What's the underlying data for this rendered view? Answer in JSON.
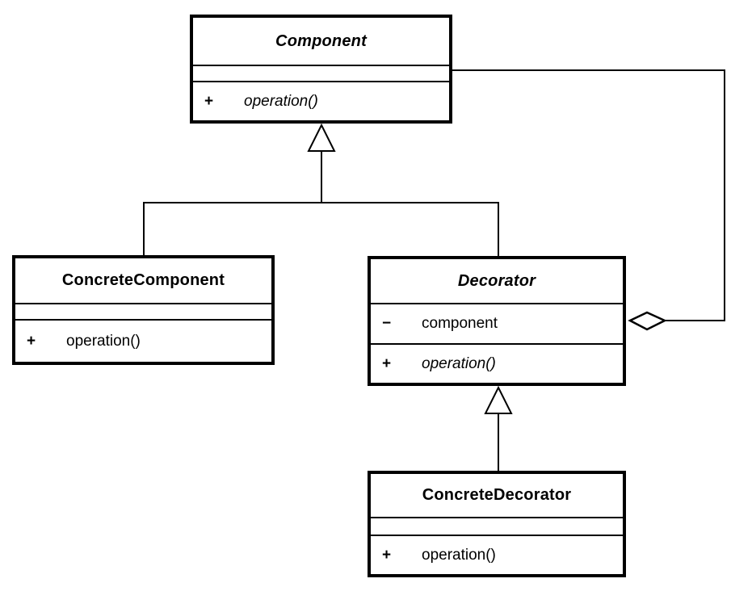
{
  "diagram": {
    "kind": "uml-class-diagram",
    "pattern": "Decorator",
    "colors": {
      "line": "#000000",
      "background": "#ffffff",
      "box_fill": "#ffffff",
      "text": "#000000"
    },
    "classes": {
      "component": {
        "name": "Component",
        "abstract": true,
        "attributes": [],
        "operations": [
          {
            "visibility": "+",
            "signature": "operation()",
            "abstract": true
          }
        ]
      },
      "concreteComponent": {
        "name": "ConcreteComponent",
        "abstract": false,
        "attributes": [],
        "operations": [
          {
            "visibility": "+",
            "signature": "operation()",
            "abstract": false
          }
        ]
      },
      "decorator": {
        "name": "Decorator",
        "abstract": true,
        "attributes": [
          {
            "visibility": "−",
            "name": "component"
          }
        ],
        "operations": [
          {
            "visibility": "+",
            "signature": "operation()",
            "abstract": true
          }
        ]
      },
      "concreteDecorator": {
        "name": "ConcreteDecorator",
        "abstract": false,
        "attributes": [],
        "operations": [
          {
            "visibility": "+",
            "signature": "operation()",
            "abstract": false
          }
        ]
      }
    },
    "relationships": [
      {
        "type": "generalization",
        "from": "ConcreteComponent",
        "to": "Component",
        "marker": "hollow-triangle"
      },
      {
        "type": "generalization",
        "from": "Decorator",
        "to": "Component",
        "marker": "hollow-triangle"
      },
      {
        "type": "generalization",
        "from": "ConcreteDecorator",
        "to": "Decorator",
        "marker": "hollow-triangle"
      },
      {
        "type": "aggregation",
        "from": "Decorator",
        "to": "Component",
        "marker": "hollow-diamond"
      }
    ]
  }
}
